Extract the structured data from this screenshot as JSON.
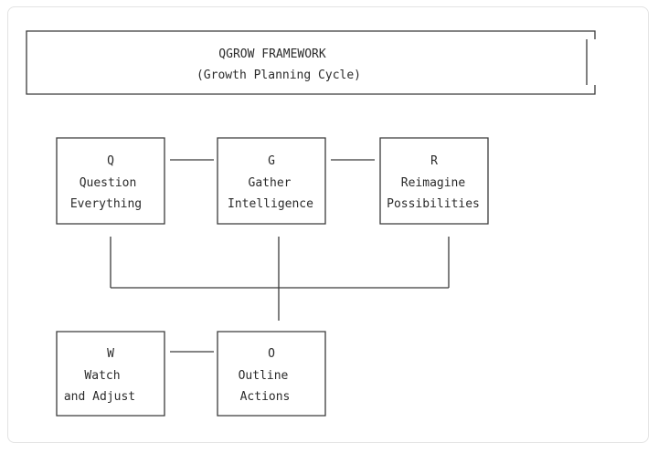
{
  "title": {
    "line1": "QGROW FRAMEWORK",
    "line2": "(Growth Planning Cycle)"
  },
  "boxes": {
    "q": {
      "letter": "Q",
      "line1": "Question",
      "line2": "Everything"
    },
    "g": {
      "letter": "G",
      "line1": "Gather",
      "line2": "Intelligence"
    },
    "r": {
      "letter": "R",
      "line1": "Reimagine",
      "line2": "Possibilities"
    },
    "w": {
      "letter": "W",
      "line1": "Watch",
      "line2": "and Adjust"
    },
    "o": {
      "letter": "O",
      "line1": "Outline",
      "line2": "Actions"
    }
  }
}
